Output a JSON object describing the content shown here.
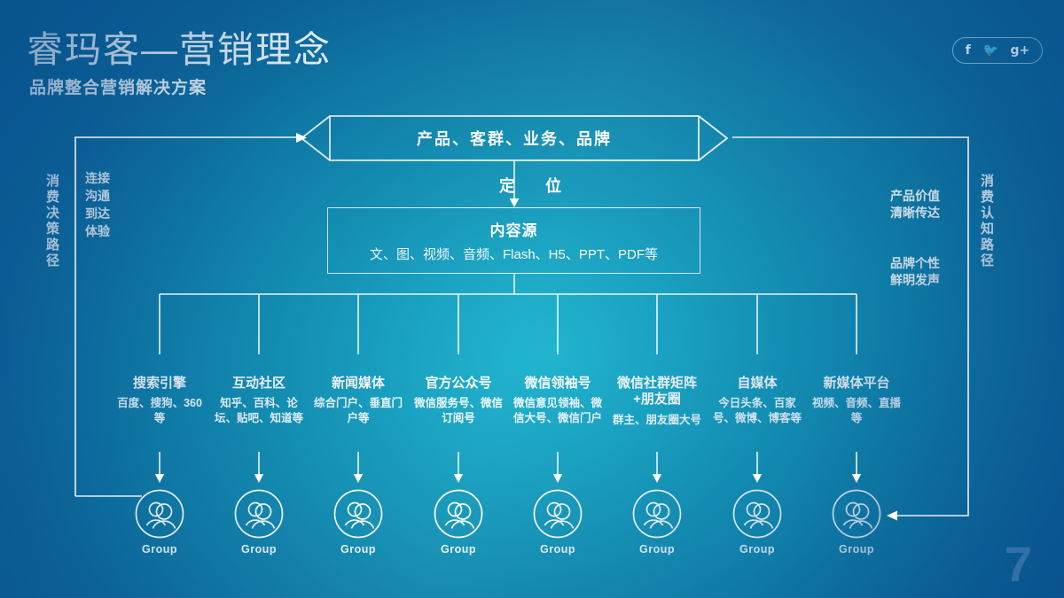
{
  "header": {
    "title": "睿玛客—营销理念",
    "subtitle": "品牌整合营销解决方案"
  },
  "social": {
    "items": [
      {
        "name": "facebook-icon",
        "glyph": "f"
      },
      {
        "name": "twitter-icon",
        "glyph": "🐦"
      },
      {
        "name": "google-plus-icon",
        "glyph": "g+"
      }
    ]
  },
  "left_rail": {
    "path_label": "消费决策路径",
    "steps": [
      "连接",
      "沟通",
      "到达",
      "体验"
    ]
  },
  "right_rail": {
    "path_label": "消费认知路径",
    "note_1": [
      "产品价值",
      "清晰传达"
    ],
    "note_2": [
      "品牌个性",
      "鲜明发声"
    ]
  },
  "banner": {
    "label": "产品、客群、业务、品牌"
  },
  "positioning": {
    "char_1": "定",
    "char_2": "位"
  },
  "content_source": {
    "title": "内容源",
    "subtitle": "文、图、视频、音频、Flash、H5、PPT、PDF等"
  },
  "channels": [
    {
      "title": "搜索引擎",
      "detail": "百度、搜狗、360等",
      "group_label": "Group"
    },
    {
      "title": "互动社区",
      "detail": "知乎、百科、论坛、贴吧、知道等",
      "group_label": "Group"
    },
    {
      "title": "新闻媒体",
      "detail": "综合门户、垂直门户等",
      "group_label": "Group"
    },
    {
      "title": "官方公众号",
      "detail": "微信服务号、微信订阅号",
      "group_label": "Group"
    },
    {
      "title": "微信领袖号",
      "detail": "微信意见领袖、微信大号、微信门户",
      "group_label": "Group"
    },
    {
      "title": "微信社群矩阵+朋友圈",
      "detail": "群主、朋友圈大号",
      "group_label": "Group"
    },
    {
      "title": "自媒体",
      "detail": "今日头条、百家号、微博、博客等",
      "group_label": "Group"
    },
    {
      "title": "新媒体平台",
      "detail": "视频、音频、直播等",
      "group_label": "Group"
    }
  ],
  "footer": {
    "page_number": "7"
  },
  "colors": {
    "background_dark": "#0a5a91",
    "background_light": "#1bb4cf",
    "line": "#ffffff",
    "page_number": "#aad0eb"
  }
}
